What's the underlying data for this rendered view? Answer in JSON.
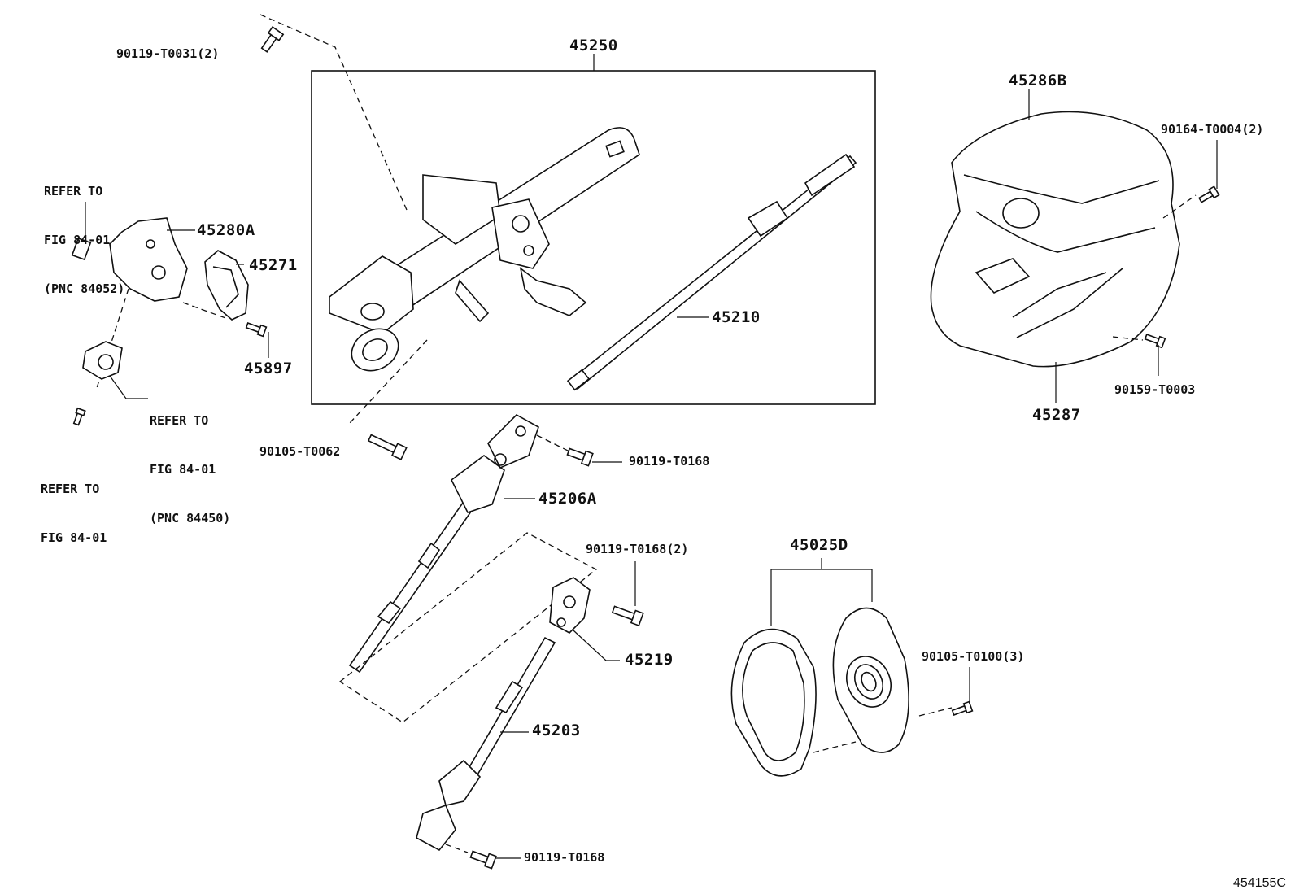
{
  "diagram": {
    "labels": {
      "p45250": "45250",
      "p45286B": "45286B",
      "p90164": "90164-T0004(2)",
      "p90119_t0031": "90119-T0031(2)",
      "refer1": [
        "REFER TO",
        "FIG 84-01",
        "(PNC 84052)"
      ],
      "p45280A": "45280A",
      "p45271": "45271",
      "p45897": "45897",
      "p45210": "45210",
      "refer2": [
        "REFER TO",
        "FIG 84-01",
        "(PNC 84450)"
      ],
      "refer3": [
        "REFER TO",
        "FIG 84-01"
      ],
      "p90159": "90159-T0003",
      "p45287": "45287",
      "p90105_t0062": "90105-T0062",
      "p90119_t0168a": "90119-T0168",
      "p45206A": "45206A",
      "p90119_t0168b": "90119-T0168(2)",
      "p45025D": "45025D",
      "p45219": "45219",
      "p90105_t0100": "90105-T0100(3)",
      "p45203": "45203",
      "p90119_t0168c": "90119-T0168",
      "figure_code": "454155C"
    }
  }
}
